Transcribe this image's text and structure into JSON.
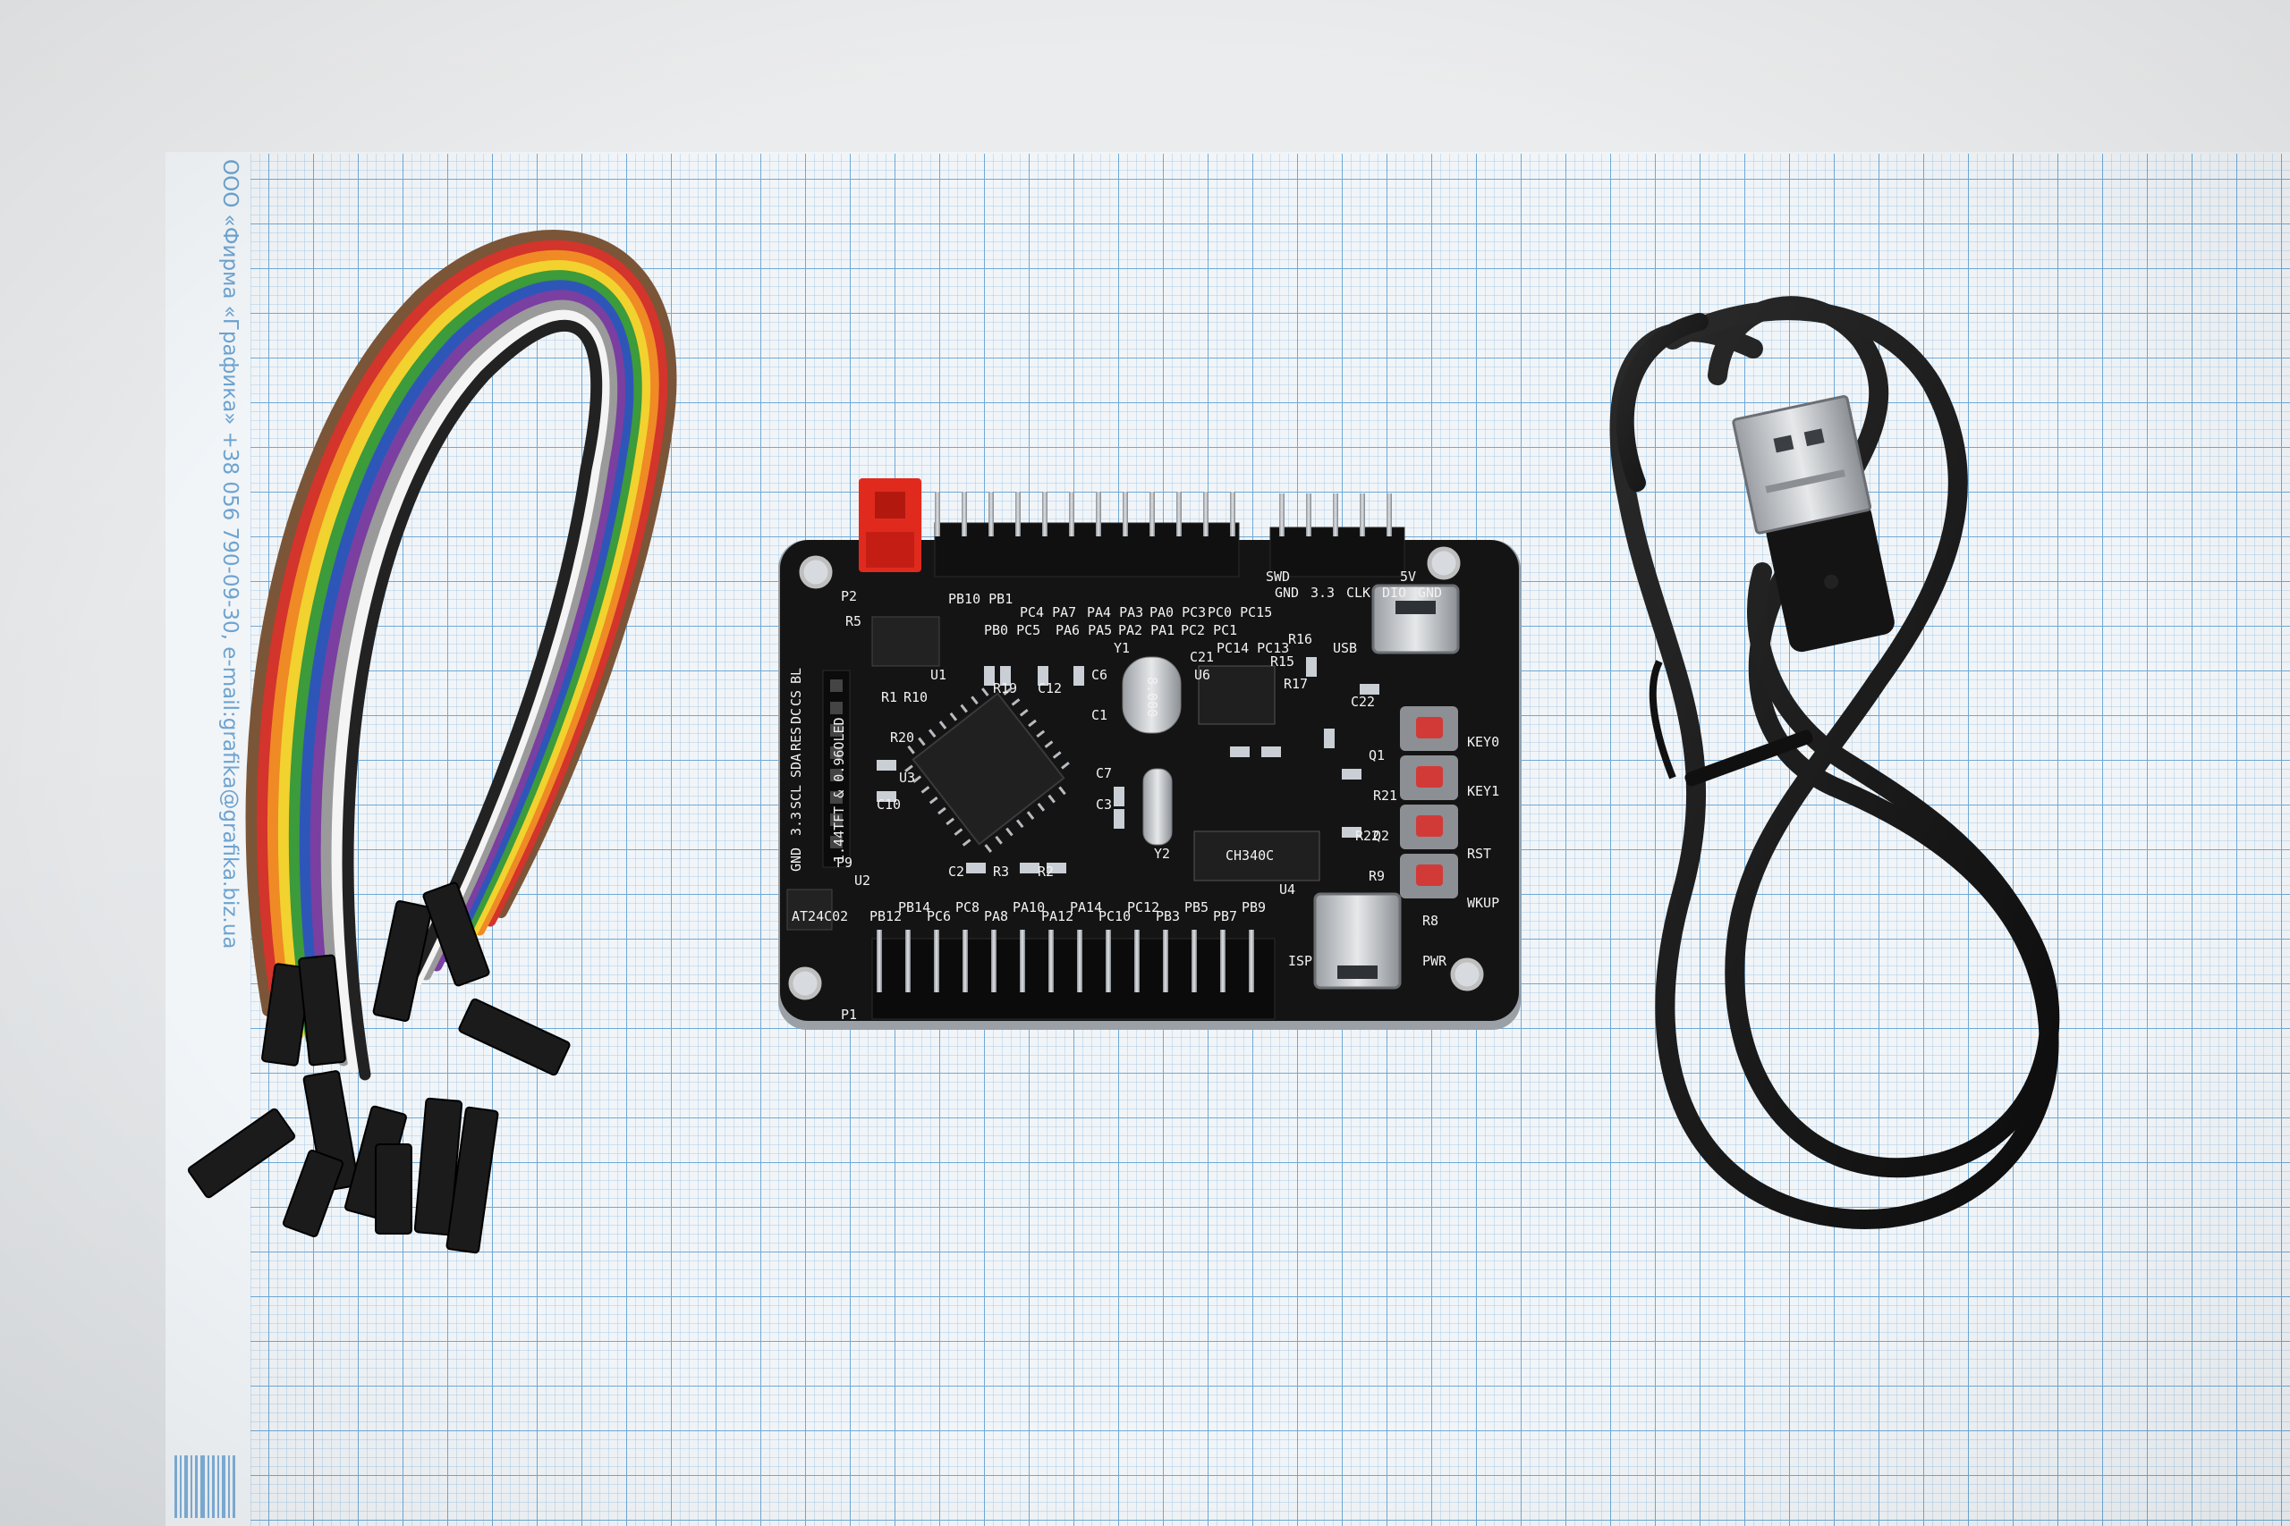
{
  "sheet": {
    "publisher_line": "ООО «Фирма «Графика» +38 056 790-09-30, e-mail:grafika@grafika.biz.ua"
  },
  "board": {
    "lcd_label": "1.44TFT & 0.96OLED",
    "ic_label": "CH340C",
    "crystal_label": "8.000",
    "top_pins": [
      "PB10 PB1",
      "PB0 PC5",
      "PC4 PA7",
      "PA6 PA5",
      "PA4 PA3",
      "PA2 PA1",
      "PA0 PC3",
      "PC2 PC1",
      "PC0 PC15",
      "PC14 PC13"
    ],
    "header_labels": [
      "GND",
      "3.3",
      "SWD",
      "CLK",
      "DIO",
      "5V",
      "GND"
    ],
    "left_pins": [
      "GND",
      "3.3",
      "SCL",
      "SDA",
      "RES",
      "DC",
      "CS",
      "BL"
    ],
    "bottom_pins": [
      "PB12",
      "PB14",
      "PC6",
      "PC8",
      "PA8",
      "PA10",
      "PA12",
      "PA14",
      "PC10",
      "PC12",
      "PB3",
      "PB5",
      "PB7",
      "PB9"
    ],
    "components": [
      "R5",
      "P2",
      "R1",
      "R10",
      "R20",
      "R19",
      "C12",
      "C6",
      "C1",
      "C7",
      "C3",
      "C10",
      "U1",
      "U3",
      "U2",
      "U4",
      "U6",
      "Y1",
      "Y2",
      "C21",
      "C22",
      "R16",
      "R15",
      "R17",
      "Q1",
      "Q2",
      "R21",
      "R22",
      "R9",
      "R8",
      "C2",
      "R3",
      "R2",
      "P1",
      "P9"
    ],
    "button_labels": [
      "KEY0",
      "KEY1",
      "RST",
      "WKUP"
    ],
    "connector_labels": [
      "USB",
      "ISP",
      "PWR"
    ],
    "eeprom_label": "AT24C02"
  }
}
